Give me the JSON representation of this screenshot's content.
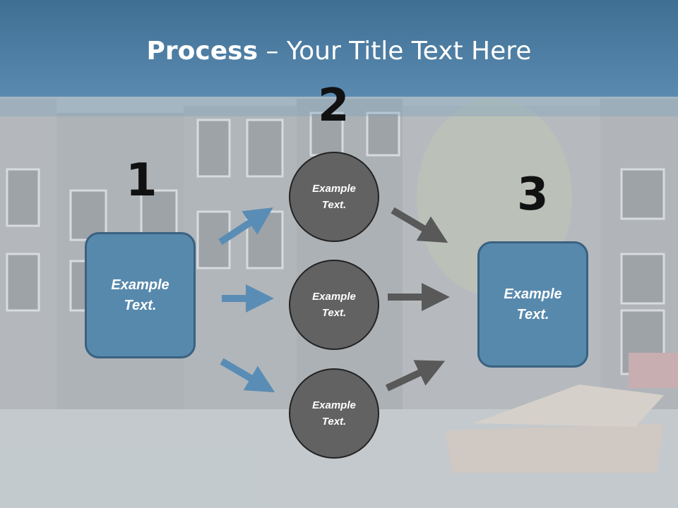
{
  "title": {
    "bold": "Process",
    "rest": " – Your Title Text Here"
  },
  "steps": [
    {
      "number": "1",
      "text_line1": "Example",
      "text_line2": "Text."
    },
    {
      "number": "2",
      "circles": [
        {
          "line1": "Example",
          "line2": "Text."
        },
        {
          "line1": "Example",
          "line2": "Text."
        },
        {
          "line1": "Example",
          "line2": "Text."
        }
      ]
    },
    {
      "number": "3",
      "text_line1": "Example",
      "text_line2": "Text."
    }
  ],
  "colors": {
    "header": "#4a7ca2",
    "box": "#5789ad",
    "circle": "#626262",
    "arrow_blue": "#5a8db5",
    "arrow_gray": "#595959"
  }
}
